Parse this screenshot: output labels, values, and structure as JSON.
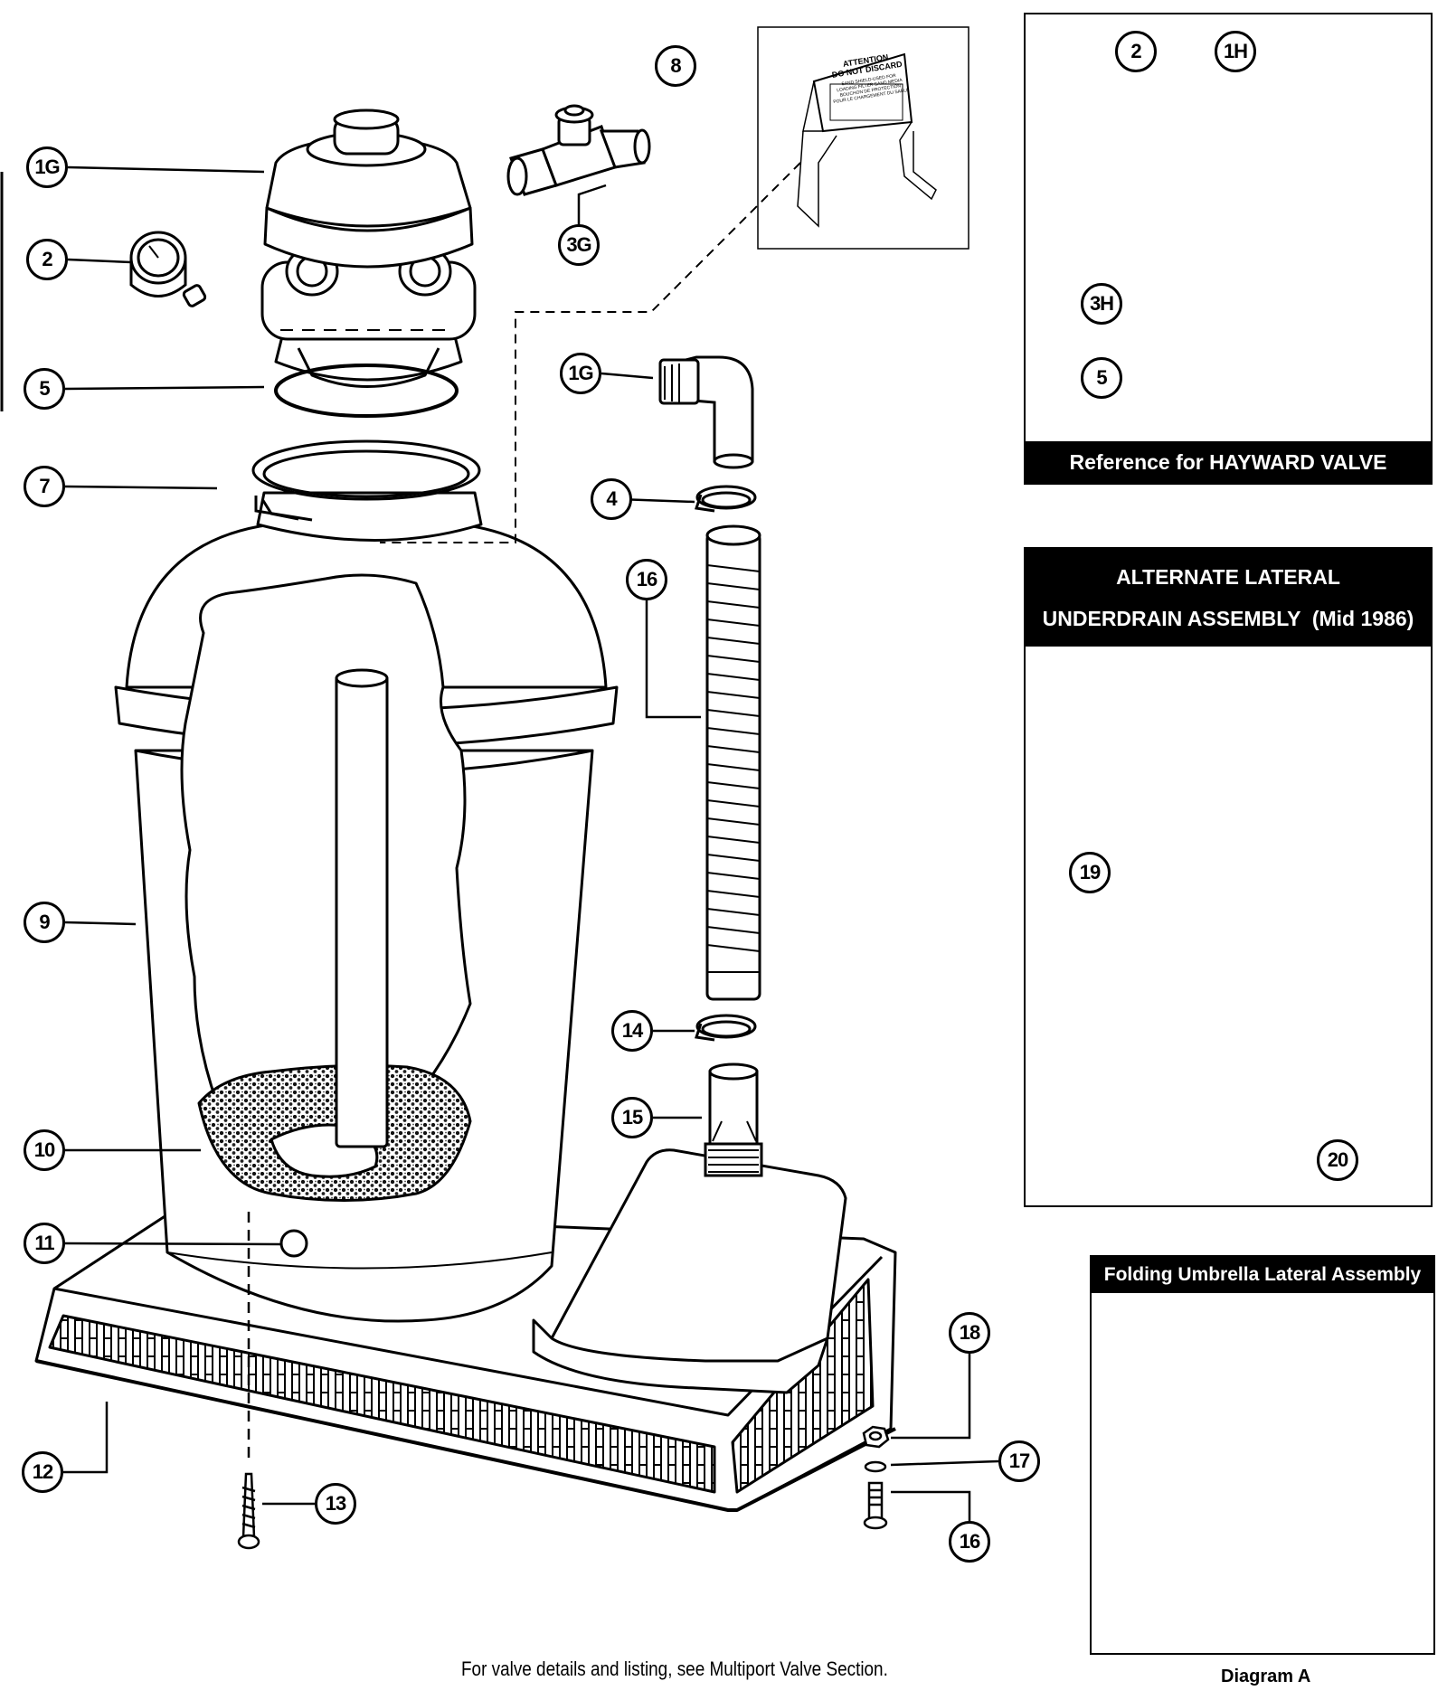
{
  "callouts": {
    "c_2_main": "2",
    "c_1g_valve": "1G",
    "c_5_main": "5",
    "c_7": "7",
    "c_8": "8",
    "c_3g": "3G",
    "c_1g_elbow": "1G",
    "c_4": "4",
    "c_16_hose": "16",
    "c_9": "9",
    "c_14": "14",
    "c_15": "15",
    "c_10": "10",
    "c_11": "11",
    "c_12": "12",
    "c_13": "13",
    "c_18": "18",
    "c_17": "17",
    "c_16_bolt": "16",
    "c_2_hay": "2",
    "c_1h": "1H",
    "c_3h": "3H",
    "c_5_hay": "5",
    "c_19": "19",
    "c_20": "20"
  },
  "hayward_panel": {
    "banner": "Reference for HAYWARD VALVE"
  },
  "lateral_panel": {
    "banner_line1": "ALTERNATE LATERAL",
    "banner_line2": "UNDERDRAIN ASSEMBLY  (Mid 1986)"
  },
  "umbrella_panel": {
    "banner": "Folding Umbrella Lateral Assembly"
  },
  "sign_card": {
    "line1": "ATTENTION",
    "line2": "DO NOT DISCARD",
    "fine1": "SAND SHIELD-USED FOR",
    "fine2": "LOADING FILTER SAND MEDIA",
    "fine3": "BOUCHON DE PROTECTION",
    "fine4": "POUR LE CHARGEMENT DU SABLE"
  },
  "footer": {
    "note": "For valve details and listing, see Multiport Valve Section.",
    "diagram_label": "Diagram A"
  },
  "colors": {
    "ink": "#000000",
    "paper": "#ffffff",
    "panel_banner": "#000000"
  }
}
